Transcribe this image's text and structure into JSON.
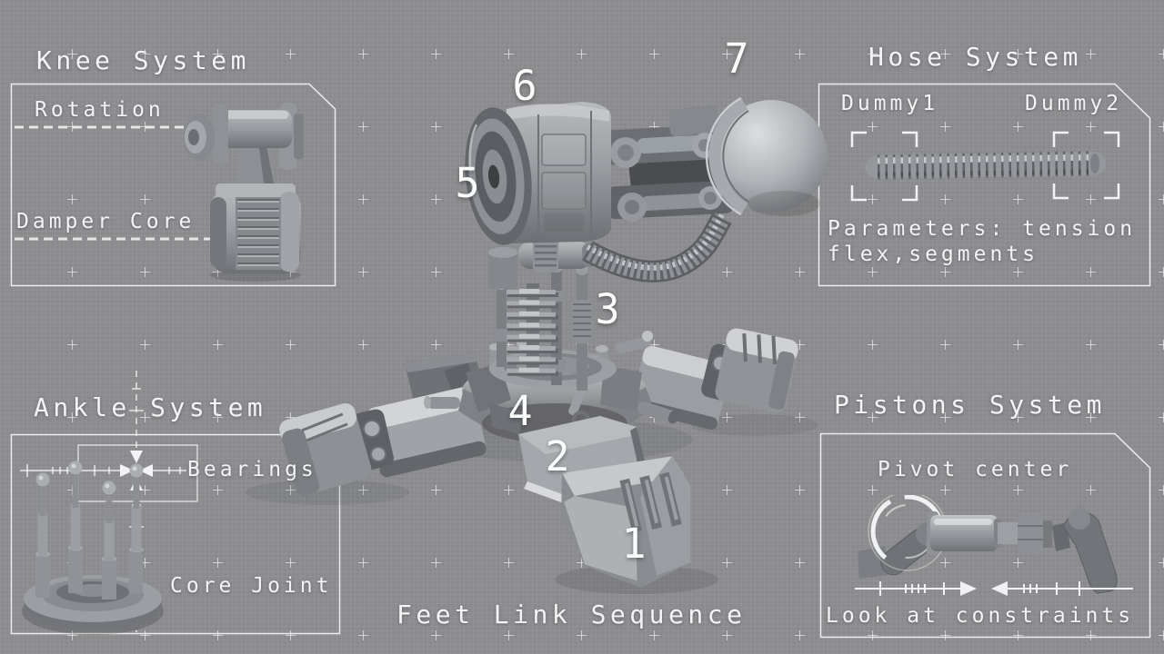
{
  "scene": {
    "background_color": "#8b8b8d",
    "line_color": "#f2f3f4",
    "metal_color": "#9a9da1",
    "text_color": "#f3f4f5"
  },
  "panels": {
    "knee": {
      "title": "Knee System",
      "rotation_label": "Rotation",
      "damper_label": "Damper Core"
    },
    "hose": {
      "title": "Hose System",
      "dummy1_label": "Dummy1",
      "dummy2_label": "Dummy2",
      "parameters_line1": "Parameters: tension",
      "parameters_line2": "flex,segments"
    },
    "ankle": {
      "title": "Ankle System",
      "bearings_label": "Bearings",
      "core_joint_label": "Core Joint"
    },
    "pistons": {
      "title": "Pistons System",
      "pivot_label": "Pivot center",
      "constraints_label": "Look at constraints"
    }
  },
  "center": {
    "caption": "Feet Link Sequence",
    "markers": [
      {
        "label": "1"
      },
      {
        "label": "2"
      },
      {
        "label": "3"
      },
      {
        "label": "4"
      },
      {
        "label": "5"
      },
      {
        "label": "6"
      },
      {
        "label": "7"
      }
    ]
  }
}
